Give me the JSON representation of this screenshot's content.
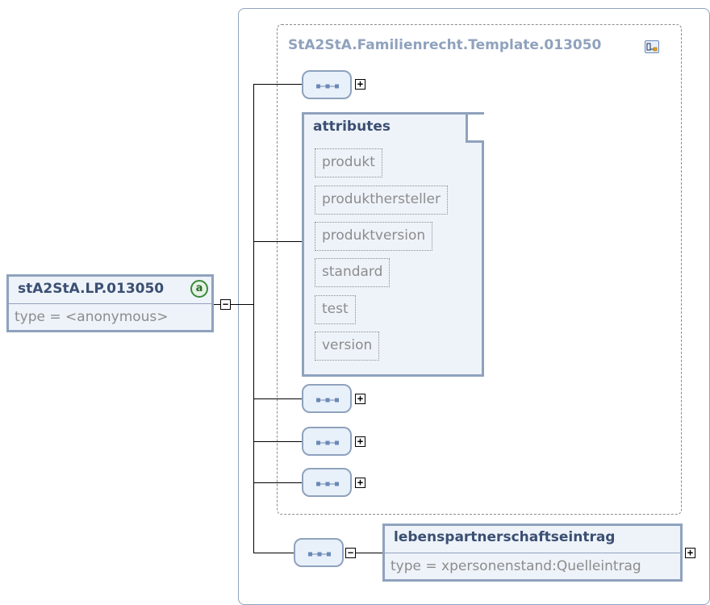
{
  "diagram": {
    "root_element": {
      "name": "stA2StA.LP.013050",
      "type_text": "type = <anonymous>",
      "badge": "a"
    },
    "group": {
      "title": "StA2StA.Familienrecht.Template.013050",
      "icon": "complex-type-icon"
    },
    "attributes": {
      "title": "attributes",
      "items": [
        "produkt",
        "produkthersteller",
        "produktversion",
        "standard",
        "test",
        "version"
      ]
    },
    "child_element": {
      "name": "lebenspartnerschaftseintrag",
      "type_text": "type = xpersonenstand:Quelleintrag"
    },
    "toggles": {
      "expand": "+",
      "collapse": "−"
    },
    "colors": {
      "border": "#8fa2bd",
      "fill": "#eef3fa",
      "title_text": "#3b4f72",
      "muted_text": "#8c8c8c",
      "group_title": "#8fa2bd"
    }
  }
}
